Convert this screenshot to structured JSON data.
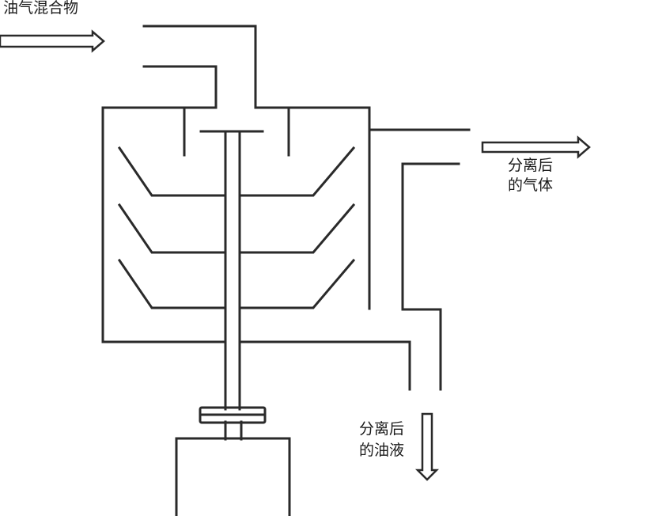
{
  "diagram": {
    "title": "Oil-gas separator schematic",
    "labels": {
      "inlet": "油气混合物",
      "gas_outlet_line1": "分离后",
      "gas_outlet_line2": "的气体",
      "oil_outlet_line1": "分离后",
      "oil_outlet_line2": "的油液"
    },
    "colors": {
      "line": "#2a2a2a",
      "background": "#ffffff",
      "text": "#1a1a1a"
    },
    "components": [
      "inlet-arrow",
      "inlet-pipe",
      "separator-housing",
      "baffle-left",
      "baffle-right",
      "rotating-shaft",
      "shaft-top-plate",
      "separator-cone-plates",
      "gas-outlet-pipe",
      "gas-outlet-arrow",
      "oil-outlet-pipe",
      "oil-outlet-arrow",
      "shaft-coupling",
      "motor"
    ]
  }
}
